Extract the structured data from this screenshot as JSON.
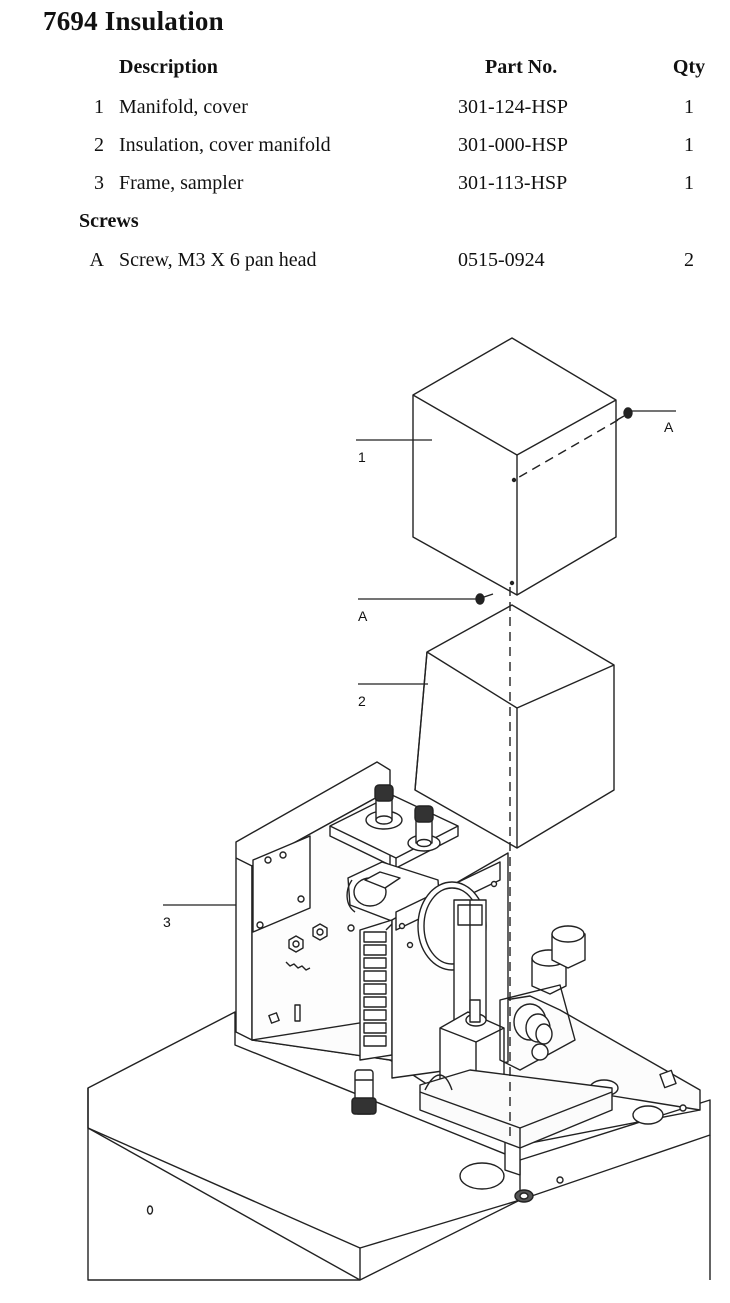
{
  "title": "7694 Insulation",
  "table": {
    "headers": {
      "description": "Description",
      "part_no": "Part No.",
      "qty": "Qty"
    },
    "rows": [
      {
        "index": "1",
        "description": "Manifold, cover",
        "part_no": "301-124-HSP",
        "qty": "1"
      },
      {
        "index": "2",
        "description": "Insulation, cover manifold",
        "part_no": "301-000-HSP",
        "qty": "1"
      },
      {
        "index": "3",
        "description": "Frame, sampler",
        "part_no": "301-113-HSP",
        "qty": "1"
      }
    ],
    "screws_section": {
      "label": "Screws",
      "rows": [
        {
          "index": "A",
          "description": "Screw, M3 X 6 pan head",
          "part_no": "0515-0924",
          "qty": "2"
        }
      ]
    }
  },
  "diagram": {
    "callouts": {
      "c1": "1",
      "c2": "2",
      "c3": "3",
      "a_top": "A",
      "a_mid": "A"
    }
  }
}
